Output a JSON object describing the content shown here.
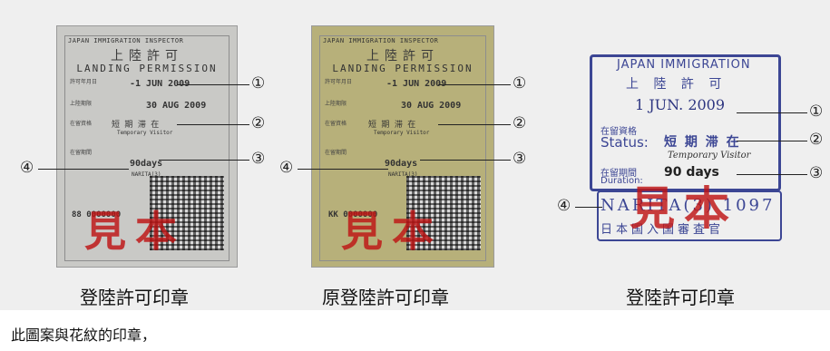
{
  "stamps": [
    {
      "header": "JAPAN IMMIGRATION INSPECTOR",
      "kanji_title": "上陸許可",
      "landing": "LANDING PERMISSION",
      "label_date": "許可年月日",
      "date": "-1 JUN 2009",
      "label_until": "上陸期限",
      "until": "30 AUG 2009",
      "label_status": "在留資格",
      "status_kanji": "短 期 滞 在",
      "status_en": "Temporary Visitor",
      "label_period": "在留期間",
      "period": "90days",
      "port": "NARITA(3)",
      "number": "88 0000000",
      "watermark": "見本",
      "caption": "登陸許可印章"
    },
    {
      "header": "JAPAN IMMIGRATION INSPECTOR",
      "kanji_title": "上陸許可",
      "landing": "LANDING PERMISSION",
      "label_date": "許可年月日",
      "date": "-1 JUN 2009",
      "label_until": "上陸期限",
      "until": "30 AUG 2009",
      "label_status": "在留資格",
      "status_kanji": "短 期 滞 在",
      "status_en": "Temporary Visitor",
      "label_period": "在留期間",
      "period": "90days",
      "port": "NARITA(3)",
      "number": "KK 0000000",
      "watermark": "見本",
      "caption": "原登陸許可印章"
    },
    {
      "header": "JAPAN IMMIGRATION",
      "kanji_title": "上 陸 許 可",
      "date": "1 JUN. 2009",
      "label_status_kanji": "在留資格",
      "label_status": "Status:",
      "status_kanji": "短 期 滞 在",
      "status_en": "Temporary Visitor",
      "label_period_kanji": "在留期間",
      "label_period": "Duration:",
      "period": "90 days",
      "port": "NARITA(3) 1097",
      "footer": "日本国入国審査官",
      "watermark": "見本",
      "caption": "登陸許可印章"
    }
  ],
  "markers": [
    "①",
    "②",
    "③",
    "④"
  ],
  "bottom_text": "此圖案與花紋的印章，"
}
